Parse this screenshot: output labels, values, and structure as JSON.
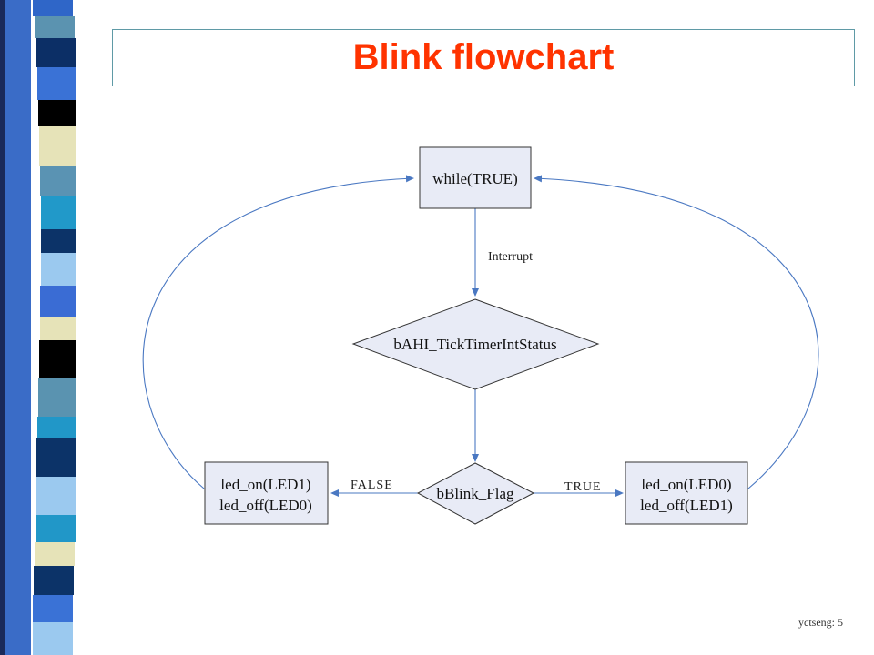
{
  "slide": {
    "title": "Blink flowchart",
    "footer": "yctseng: 5"
  },
  "flowchart": {
    "nodes": {
      "loop": "while(TRUE)",
      "tick_decision": "bAHI_TickTimerIntStatus",
      "flag_decision": "bBlink_Flag",
      "false_box_line1": "led_on(LED1)",
      "false_box_line2": "led_off(LED0)",
      "true_box_line1": "led_on(LED0)",
      "true_box_line2": "led_off(LED1)"
    },
    "edges": {
      "interrupt": "Interrupt",
      "false": "FALSE",
      "true": "TRUE"
    }
  },
  "colors": {
    "title": "#ff3300",
    "node_fill": "#e8ebf6",
    "node_border": "#333333",
    "arrow": "#4a78c2"
  }
}
